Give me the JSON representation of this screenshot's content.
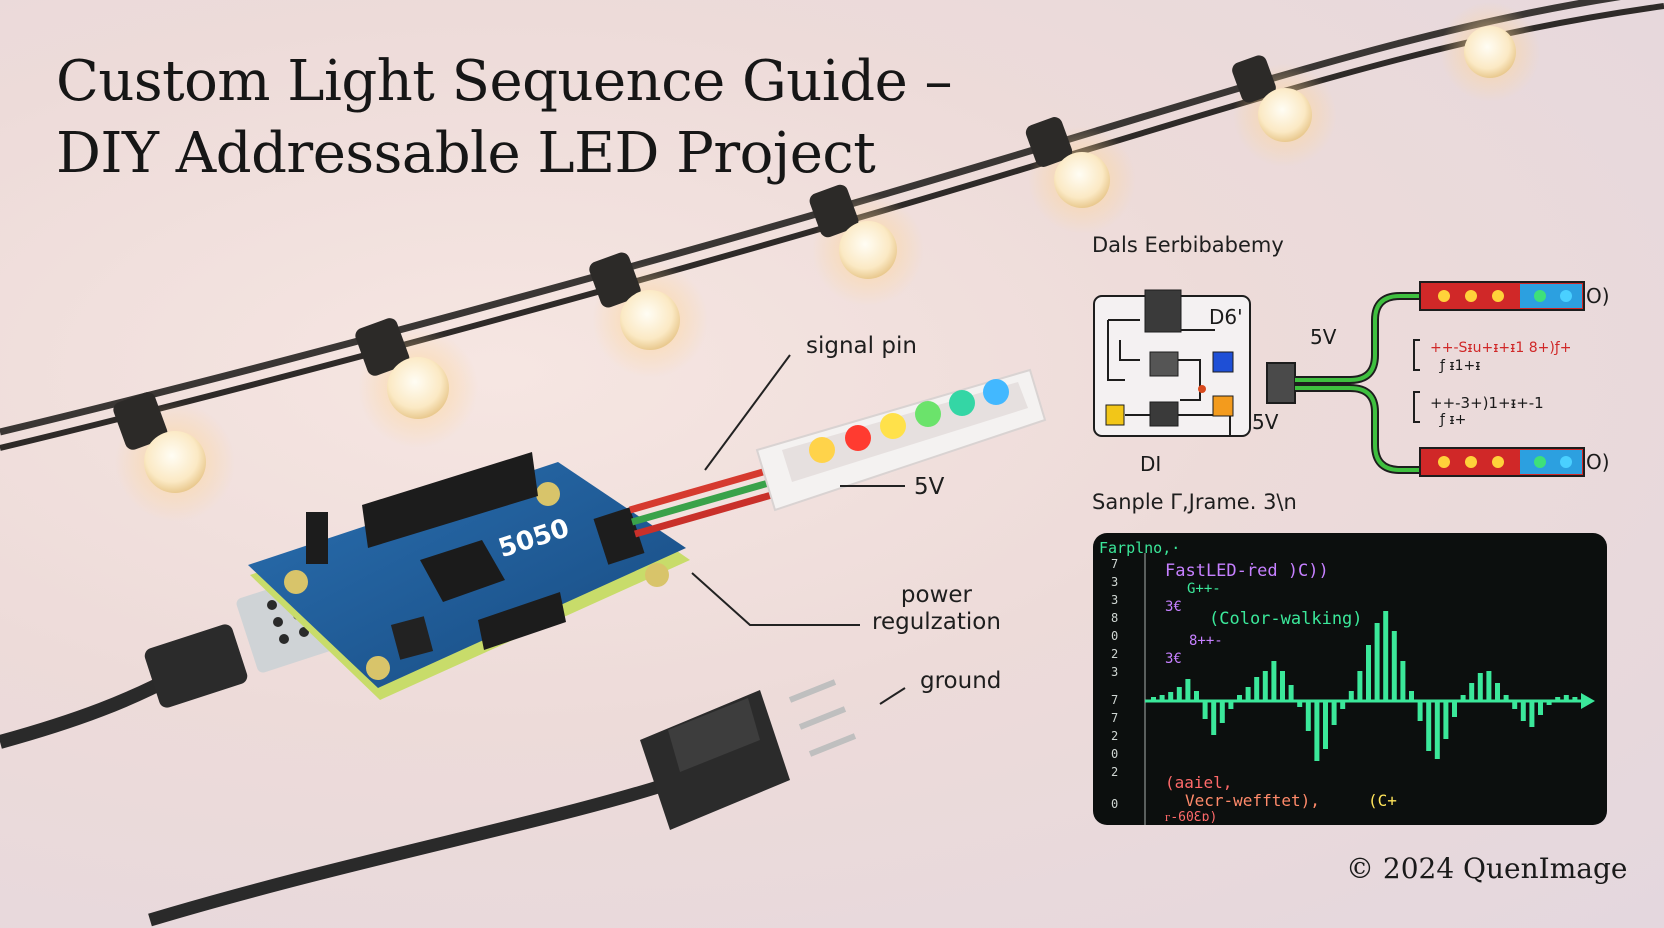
{
  "title": {
    "line1": "Custom Light Sequence Guide –",
    "line2": "DIY Addressable LED Project"
  },
  "board": {
    "chip_label": "5050"
  },
  "callouts": {
    "signal_pin": "signal pin",
    "five_v": "5V",
    "power_line1": "power",
    "power_line2": "regulzation",
    "ground": "ground"
  },
  "diagram": {
    "title": "Dals Eerbibabemy",
    "pin_d6": "D6'",
    "pin_5v_top": "5V",
    "pin_5v_bottom": "5V",
    "pin_di": "DI",
    "strip_end_top": "O)",
    "strip_end_bottom": "O)",
    "note1_line1": "++-Sᵻu+ᵻ+ᵻ1 8+)ƒ+",
    "note1_line2": "ƒ ᵻ1+ᵻ",
    "note2_line1": "++-3+)1+ᵻ+-1",
    "note2_line2": "ƒ ᵻ+"
  },
  "code": {
    "title": "Sanple Γ,Jrame. 3\\n",
    "header": "Farplno,·",
    "line1": "FastLED-ṙed )C))",
    "line2": "G++-",
    "line3": "3€",
    "line4": "(Color-walking)",
    "line5": "8++-",
    "line6": "3€",
    "line7": "(aaiel,",
    "line8": "Vecr-wefftet),",
    "line9": "(C+",
    "line10": "ᴦ-60Ɛɒ)",
    "line_numbers": [
      "7",
      "3",
      "3",
      "8",
      "0",
      "2",
      "3",
      "7",
      "7",
      "2",
      "0",
      "2",
      "0"
    ]
  },
  "copyright": "© 2024 QuenImage",
  "colors": {
    "accent_green": "#3be89a",
    "code_purple": "#c680ff",
    "wire_red": "#d63a2f",
    "wire_green": "#3aa24a",
    "board_blue": "#1f5f9c"
  },
  "icons": [
    "led-bulb-icon",
    "usb-connector-icon",
    "pin-header-icon",
    "arrow-right-icon"
  ]
}
